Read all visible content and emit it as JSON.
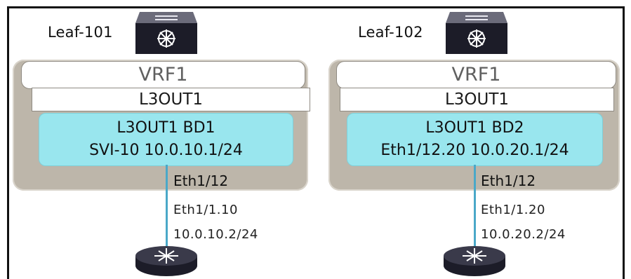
{
  "nodes": [
    {
      "leaf": "Leaf-101",
      "vrf": "VRF1",
      "l3out": "L3OUT1",
      "bd_name": "L3OUT1 BD1",
      "bd_ip": "SVI-10 10.0.10.1/24",
      "leaf_port": "Eth1/12",
      "peer_port": "Eth1/1.10",
      "peer_ip": "10.0.10.2/24"
    },
    {
      "leaf": "Leaf-102",
      "vrf": "VRF1",
      "l3out": "L3OUT1",
      "bd_name": "L3OUT1 BD2",
      "bd_ip": "Eth1/12.20 10.0.20.1/24",
      "leaf_port": "Eth1/12",
      "peer_port": "Eth1/1.20",
      "peer_ip": "10.0.20.2/24"
    }
  ],
  "colors": {
    "container": "#bdb6aa",
    "bridge_domain": "#99e6ee",
    "link": "#4aa8c8",
    "device": "#1c1c28"
  },
  "icons": [
    "switch-icon",
    "router-icon"
  ]
}
